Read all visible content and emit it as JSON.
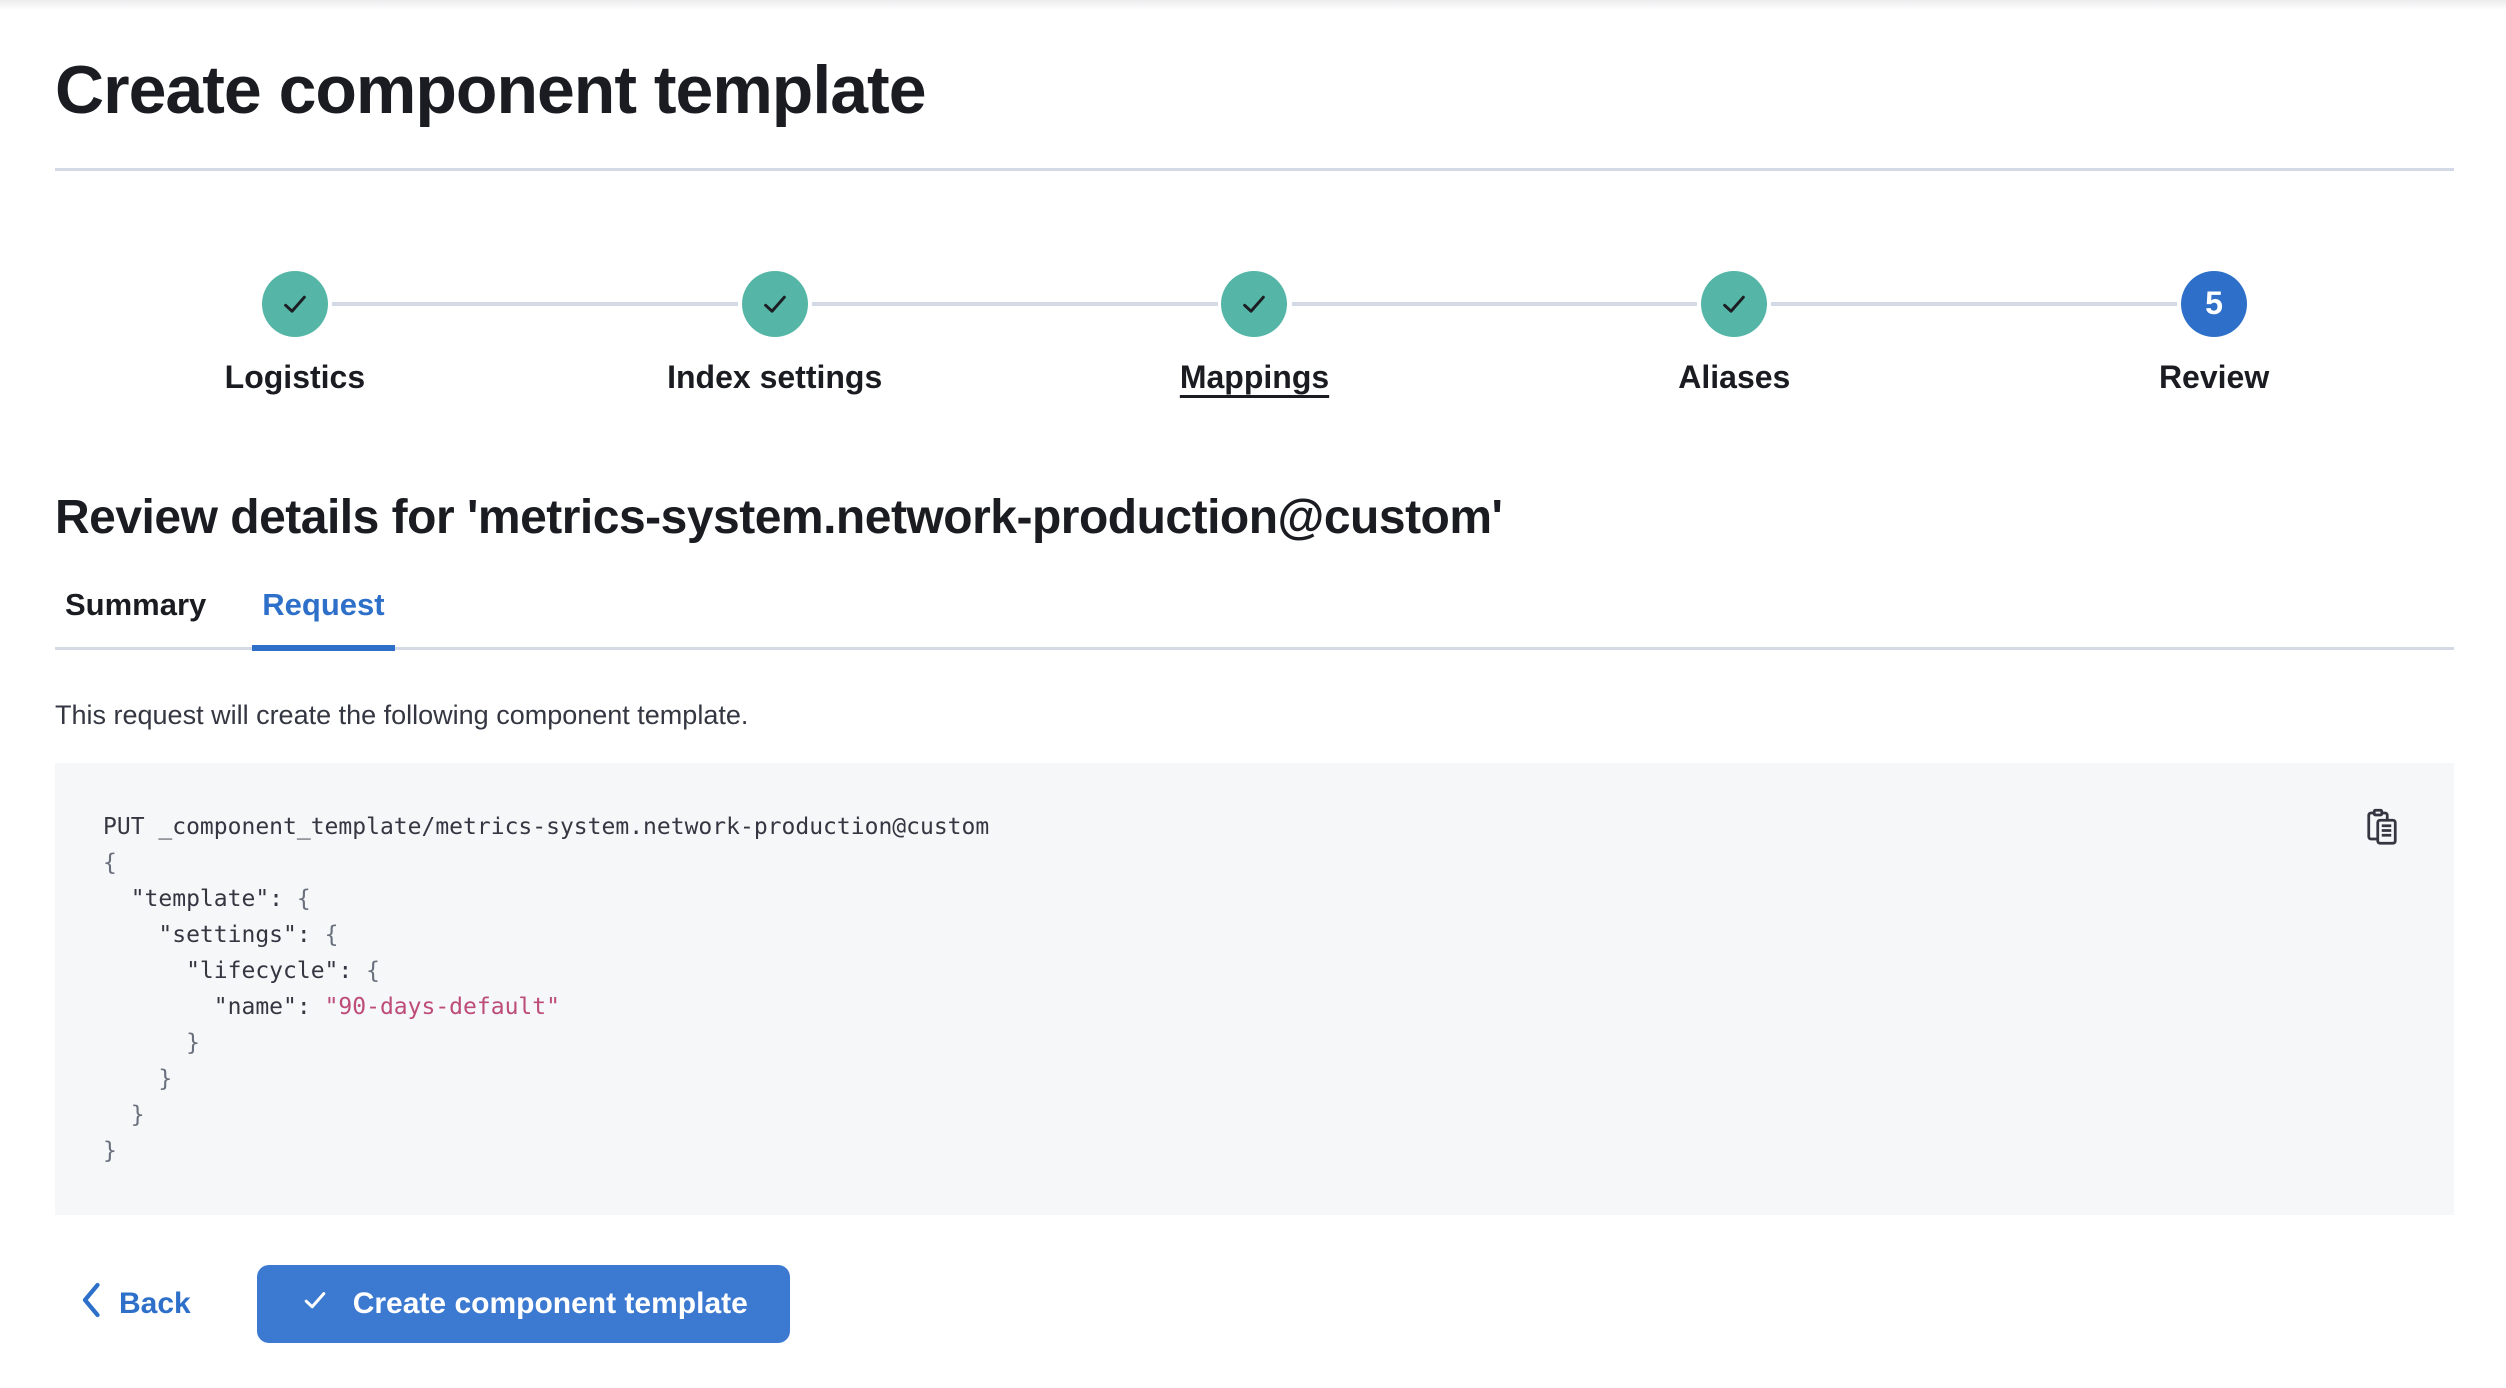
{
  "page": {
    "title": "Create component template"
  },
  "stepper": {
    "steps": [
      {
        "label": "Logistics",
        "status": "complete"
      },
      {
        "label": "Index settings",
        "status": "complete"
      },
      {
        "label": "Mappings",
        "status": "complete",
        "underlined": true
      },
      {
        "label": "Aliases",
        "status": "complete"
      },
      {
        "label": "Review",
        "status": "current",
        "number": "5"
      }
    ]
  },
  "review": {
    "heading": "Review details for 'metrics-system.network-production@custom'",
    "description": "This request will create the following component template."
  },
  "tabs": [
    {
      "label": "Summary",
      "active": false
    },
    {
      "label": "Request",
      "active": true
    }
  ],
  "code_block": {
    "copy_icon": "copy-clipboard-icon",
    "lines": [
      [
        {
          "t": "PUT _component_template/metrics-system.network-production@custom",
          "c": "plain"
        }
      ],
      [
        {
          "t": "{",
          "c": "pun"
        }
      ],
      [
        {
          "t": "  \"template\": ",
          "c": "key"
        },
        {
          "t": "{",
          "c": "pun"
        }
      ],
      [
        {
          "t": "    \"settings\": ",
          "c": "key"
        },
        {
          "t": "{",
          "c": "pun"
        }
      ],
      [
        {
          "t": "      \"lifecycle\": ",
          "c": "key"
        },
        {
          "t": "{",
          "c": "pun"
        }
      ],
      [
        {
          "t": "        \"name\": ",
          "c": "key"
        },
        {
          "t": "\"90-days-default\"",
          "c": "str"
        }
      ],
      [
        {
          "t": "      }",
          "c": "pun"
        }
      ],
      [
        {
          "t": "    }",
          "c": "pun"
        }
      ],
      [
        {
          "t": "  }",
          "c": "pun"
        }
      ],
      [
        {
          "t": "}",
          "c": "pun"
        }
      ]
    ]
  },
  "footer": {
    "back_label": "Back",
    "create_label": "Create component template"
  },
  "colors": {
    "accent_blue": "#2e70c9",
    "button_blue": "#3c79d0",
    "step_complete_teal": "#55b6a7",
    "step_check_dark": "#1d1e24",
    "divider": "#d3dae6",
    "code_bg": "#f6f7f9",
    "code_text": "#343741",
    "code_punctuation": "#69707d",
    "code_string": "#bd4c78"
  }
}
